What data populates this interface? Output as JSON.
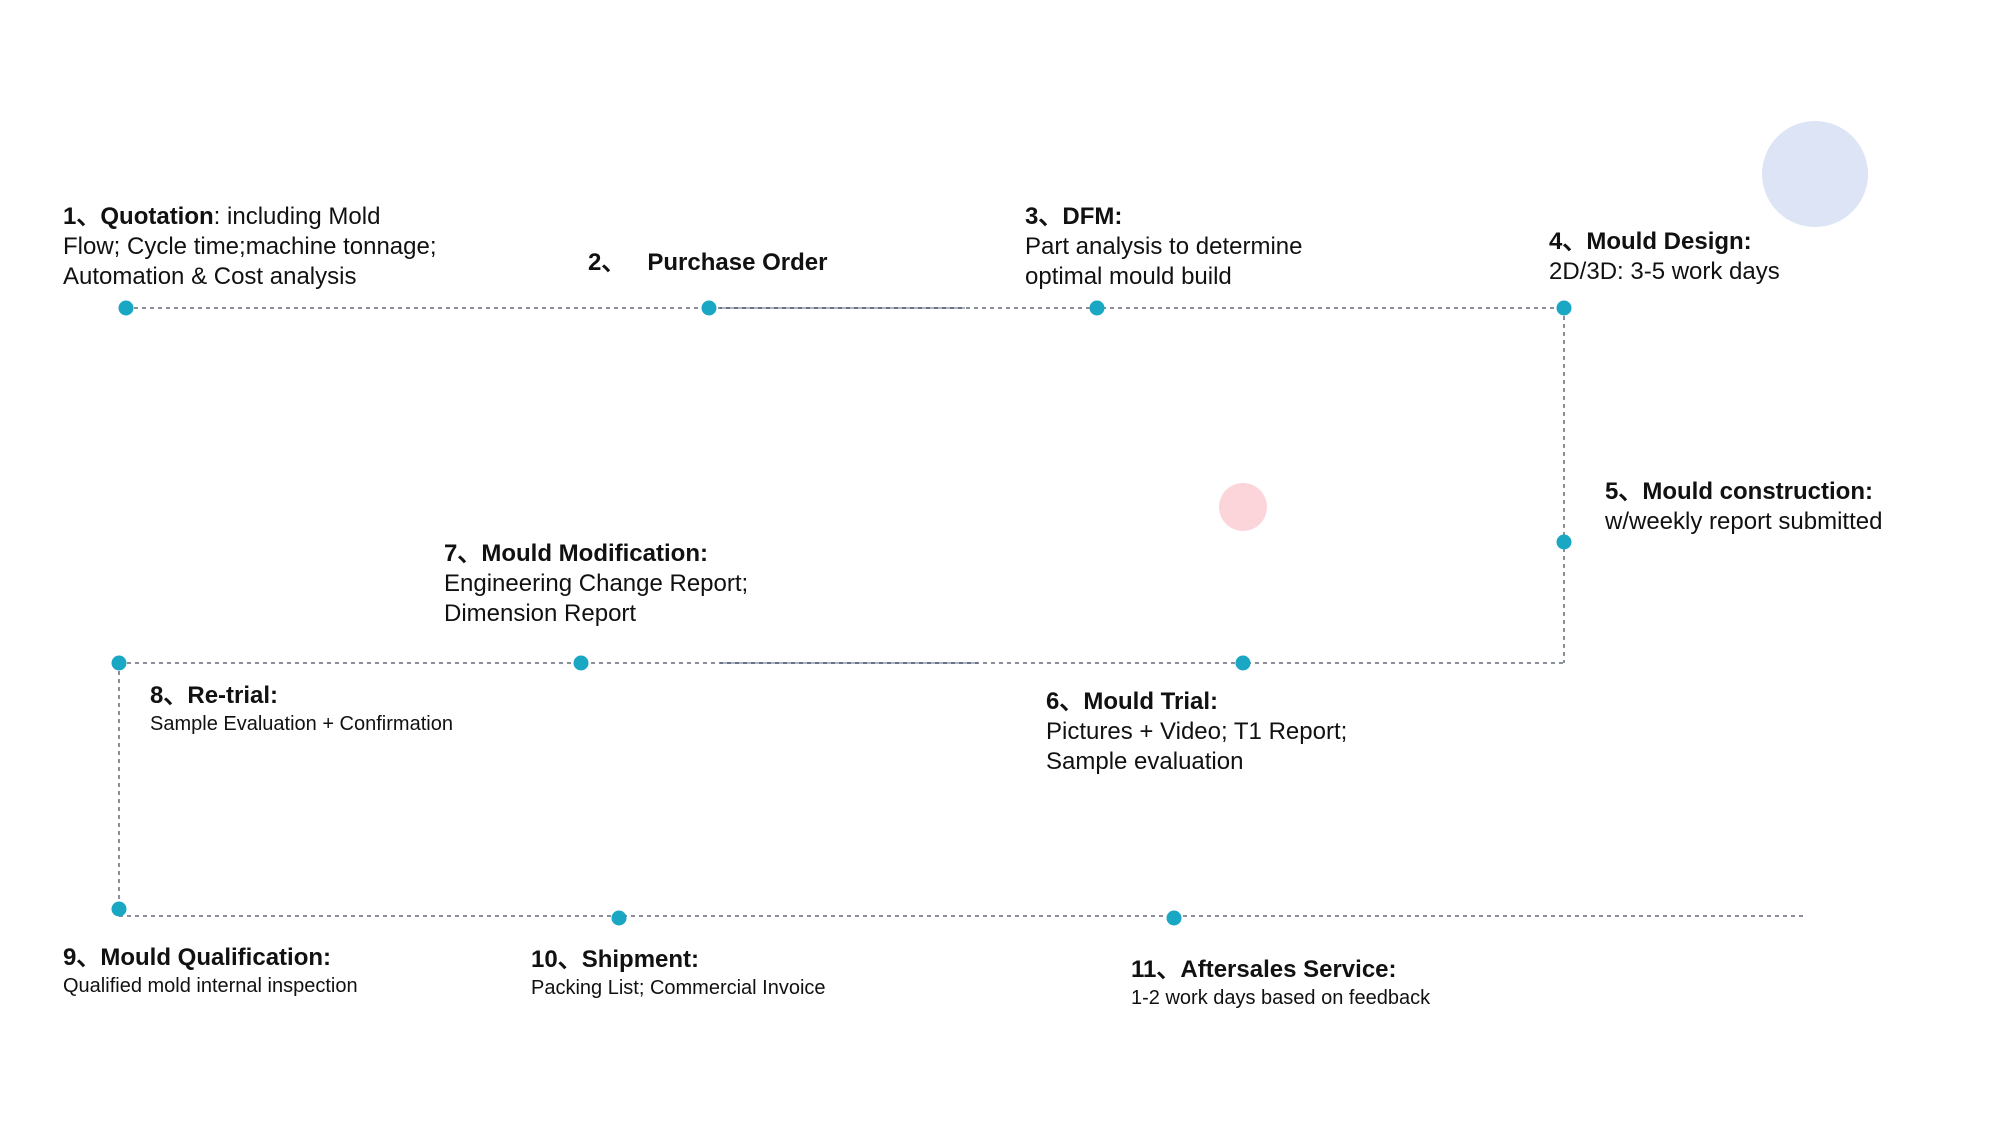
{
  "colors": {
    "node": "#1aa7c4",
    "line": "#8a8f9a",
    "line_solid": "#3a4a6b",
    "bubble_blue": "#dde4f5",
    "bubble_pink": "#fbd5da"
  },
  "steps": [
    {
      "num": "1、",
      "label": "Quotation",
      "title_suffix": ":  including Mold",
      "desc": [
        "Flow; Cycle time;machine tonnage;",
        "Automation & Cost analysis"
      ]
    },
    {
      "num": "2、",
      "label": "Purchase Order",
      "desc": []
    },
    {
      "num": "3、",
      "label": "DFM:",
      "desc": [
        "Part analysis to determine",
        "optimal mould build"
      ]
    },
    {
      "num": "4、",
      "label": "Mould Design:",
      "desc": [
        "2D/3D: 3-5 work days"
      ]
    },
    {
      "num": "5、",
      "label": "Mould construction:",
      "desc": [
        "w/weekly report submitted"
      ]
    },
    {
      "num": "6、",
      "label": "Mould Trial:",
      "desc": [
        "Pictures + Video; T1 Report;",
        "Sample evaluation"
      ]
    },
    {
      "num": "7、",
      "label": "Mould Modification:",
      "desc": [
        "Engineering Change Report;",
        "Dimension Report"
      ]
    },
    {
      "num": "8、",
      "label": "Re-trial:",
      "desc": [
        "Sample Evaluation + Confirmation"
      ]
    },
    {
      "num": "9、",
      "label": "Mould Qualification:",
      "desc": [
        "Qualified mold internal inspection"
      ]
    },
    {
      "num": "10、",
      "label": "Shipment:",
      "desc": [
        "Packing List; Commercial Invoice"
      ]
    },
    {
      "num": "11、",
      "label": "Aftersales Service:",
      "desc": [
        "1-2 work days based on feedback"
      ]
    }
  ]
}
